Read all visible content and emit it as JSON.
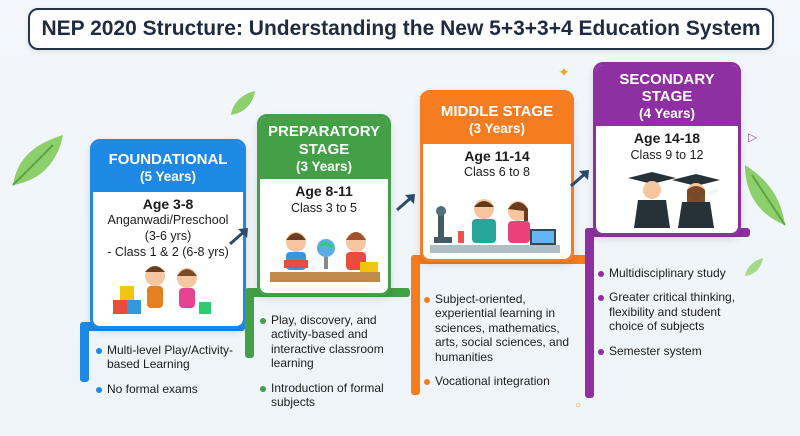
{
  "title": "NEP 2020 Structure: Understanding the New 5+3+3+4 Education System",
  "colors": {
    "foundational": "#1e88e5",
    "preparatory": "#43a047",
    "middle": "#f57c1f",
    "secondary": "#8e2fa2",
    "title_border": "#25344d"
  },
  "stages": [
    {
      "name": "FOUNDATIONAL",
      "years": "(5 Years)",
      "age": "Age 3-8",
      "detail1": "Anganwadi/Preschool",
      "detail2": "(3-6 yrs)",
      "detail3": "- Class 1 & 2 (6-8 yrs)",
      "points": [
        "Multi-level Play/Activity-based Learning",
        "No formal exams"
      ]
    },
    {
      "name": "PREPARATORY",
      "name2": "STAGE",
      "years": "(3 Years)",
      "age": "Age 8-11",
      "detail1": "Class 3 to 5",
      "points": [
        "Play, discovery, and activity-based and interactive classroom learning",
        "Introduction of formal subjects"
      ]
    },
    {
      "name": "MIDDLE STAGE",
      "years": "(3 Years)",
      "age": "Age 11-14",
      "detail1": "Class 6 to 8",
      "points": [
        "Subject-oriented, experiential learning in sciences, mathematics, arts, social sciences, and humanities",
        "Vocational integration"
      ]
    },
    {
      "name": "SECONDARY",
      "name2": "STAGE",
      "years": "(4 Years)",
      "age": "Age 14-18",
      "detail1": "Class 9 to 12",
      "points": [
        "Multidisciplinary study",
        "Greater critical thinking, flexibility and student choice of subjects",
        "Semester system"
      ]
    }
  ],
  "icons": [
    "arrow-up-right-icon",
    "kids-playing-illustration",
    "kids-reading-illustration",
    "kids-science-illustration",
    "graduates-illustration",
    "leaf-icon",
    "sparkle-icon"
  ]
}
